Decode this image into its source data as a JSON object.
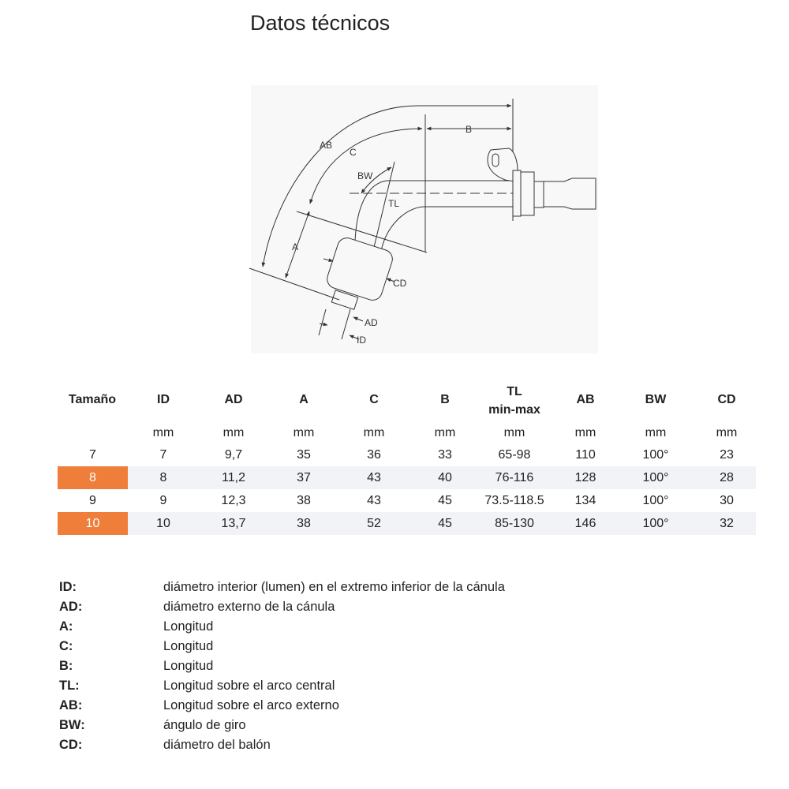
{
  "title": "Datos técnicos",
  "diagram_labels": {
    "AB": "AB",
    "C": "C",
    "B": "B",
    "BW": "BW",
    "TL": "TL",
    "A": "A",
    "CD": "CD",
    "AD": "AD",
    "ID": "ID"
  },
  "table": {
    "headers": [
      "Tamaño",
      "ID",
      "AD",
      "A",
      "C",
      "B",
      "TL",
      "AB",
      "BW",
      "CD"
    ],
    "tl_sub": "min-max",
    "units": [
      "",
      "mm",
      "mm",
      "mm",
      "mm",
      "mm",
      "mm",
      "mm",
      "mm",
      "mm"
    ],
    "rows": [
      [
        "7",
        "7",
        "9,7",
        "35",
        "36",
        "33",
        "65-98",
        "110",
        "100°",
        "23"
      ],
      [
        "8",
        "8",
        "11,2",
        "37",
        "43",
        "40",
        "76-116",
        "128",
        "100°",
        "28"
      ],
      [
        "9",
        "9",
        "12,3",
        "38",
        "43",
        "45",
        "73.5-118.5",
        "134",
        "100°",
        "30"
      ],
      [
        "10",
        "10",
        "13,7",
        "38",
        "52",
        "45",
        "85-130",
        "146",
        "100°",
        "32"
      ]
    ],
    "highlight_color": "#ef7e3b"
  },
  "legend": [
    {
      "k": "ID:",
      "v": "diámetro interior (lumen) en el extremo inferior de la cánula"
    },
    {
      "k": "AD:",
      "v": "diámetro externo de la cánula"
    },
    {
      "k": "A:",
      "v": "Longitud"
    },
    {
      "k": "C:",
      "v": "Longitud"
    },
    {
      "k": "B:",
      "v": "Longitud"
    },
    {
      "k": "TL:",
      "v": "Longitud sobre el arco central"
    },
    {
      "k": "AB:",
      "v": "Longitud sobre el arco externo"
    },
    {
      "k": "BW:",
      "v": "ángulo de giro"
    },
    {
      "k": "CD:",
      "v": "diámetro del balón"
    }
  ]
}
